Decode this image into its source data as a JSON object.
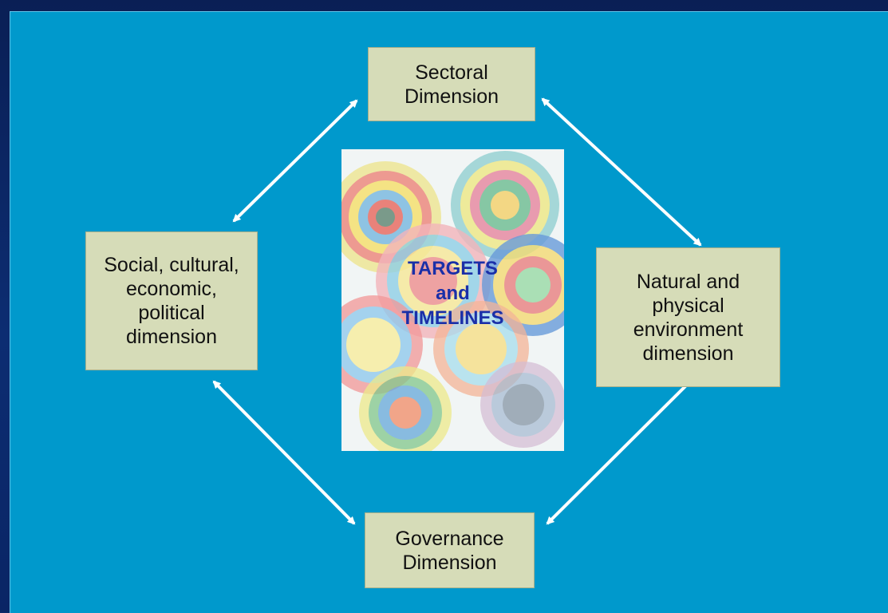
{
  "diagram": {
    "nodes": {
      "sectoral": "Sectoral\nDimension",
      "social": "Social, cultural,\neconomic,\npolitical\ndimension",
      "natural": "Natural and\nphysical\nenvironment\ndimension",
      "governance": "Governance\nDimension"
    },
    "center": {
      "title": "TARGETS\nand\nTIMELINES"
    },
    "edges": [
      {
        "from": "sectoral",
        "to": "social",
        "bidirectional": true
      },
      {
        "from": "sectoral",
        "to": "natural",
        "bidirectional": true
      },
      {
        "from": "social",
        "to": "governance",
        "bidirectional": true
      },
      {
        "from": "natural",
        "to": "governance",
        "bidirectional": true
      }
    ]
  },
  "colors": {
    "background": "#0099cc",
    "frame": "#0b2a6b",
    "box": "#d6dcb8",
    "arrow": "#ffffff",
    "center_title": "#1a2fa8"
  }
}
